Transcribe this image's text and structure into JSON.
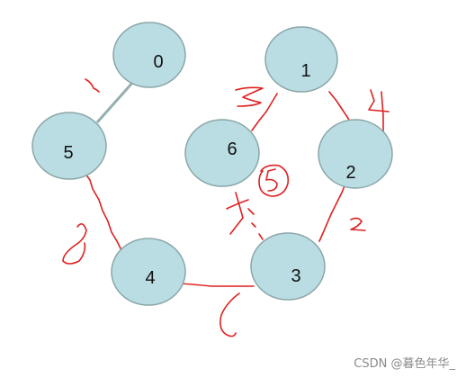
{
  "graph": {
    "nodes": [
      {
        "id": "0",
        "label": "0"
      },
      {
        "id": "1",
        "label": "1"
      },
      {
        "id": "2",
        "label": "2"
      },
      {
        "id": "3",
        "label": "3"
      },
      {
        "id": "4",
        "label": "4"
      },
      {
        "id": "5",
        "label": "5"
      },
      {
        "id": "6",
        "label": "6"
      }
    ],
    "edges": [
      {
        "from": "0",
        "to": "5"
      }
    ],
    "node_fill": "#b9dde2",
    "node_stroke": "#8aa6a8",
    "edge_color": "#95aeb0",
    "annotation_color": "#e02020"
  },
  "watermark": "CSDN @暮色年华_"
}
